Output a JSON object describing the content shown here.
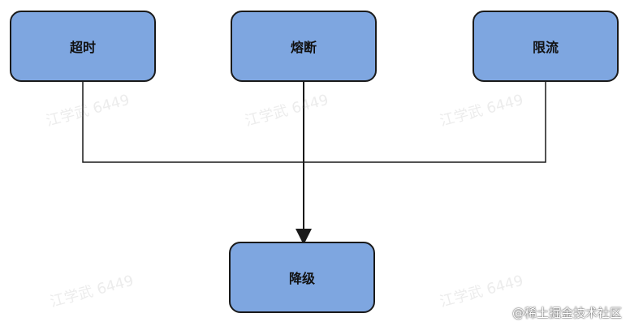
{
  "nodes": {
    "timeout": "超时",
    "circuit_breaker": "熔断",
    "rate_limit": "限流",
    "degrade": "降级"
  },
  "watermarks": {
    "text": "江学武 6449",
    "footer": "@稀土掘金技术社区"
  },
  "colors": {
    "box_fill": "#7ea6e0",
    "box_border": "#1a1a1a",
    "line": "#1a1a1a"
  }
}
